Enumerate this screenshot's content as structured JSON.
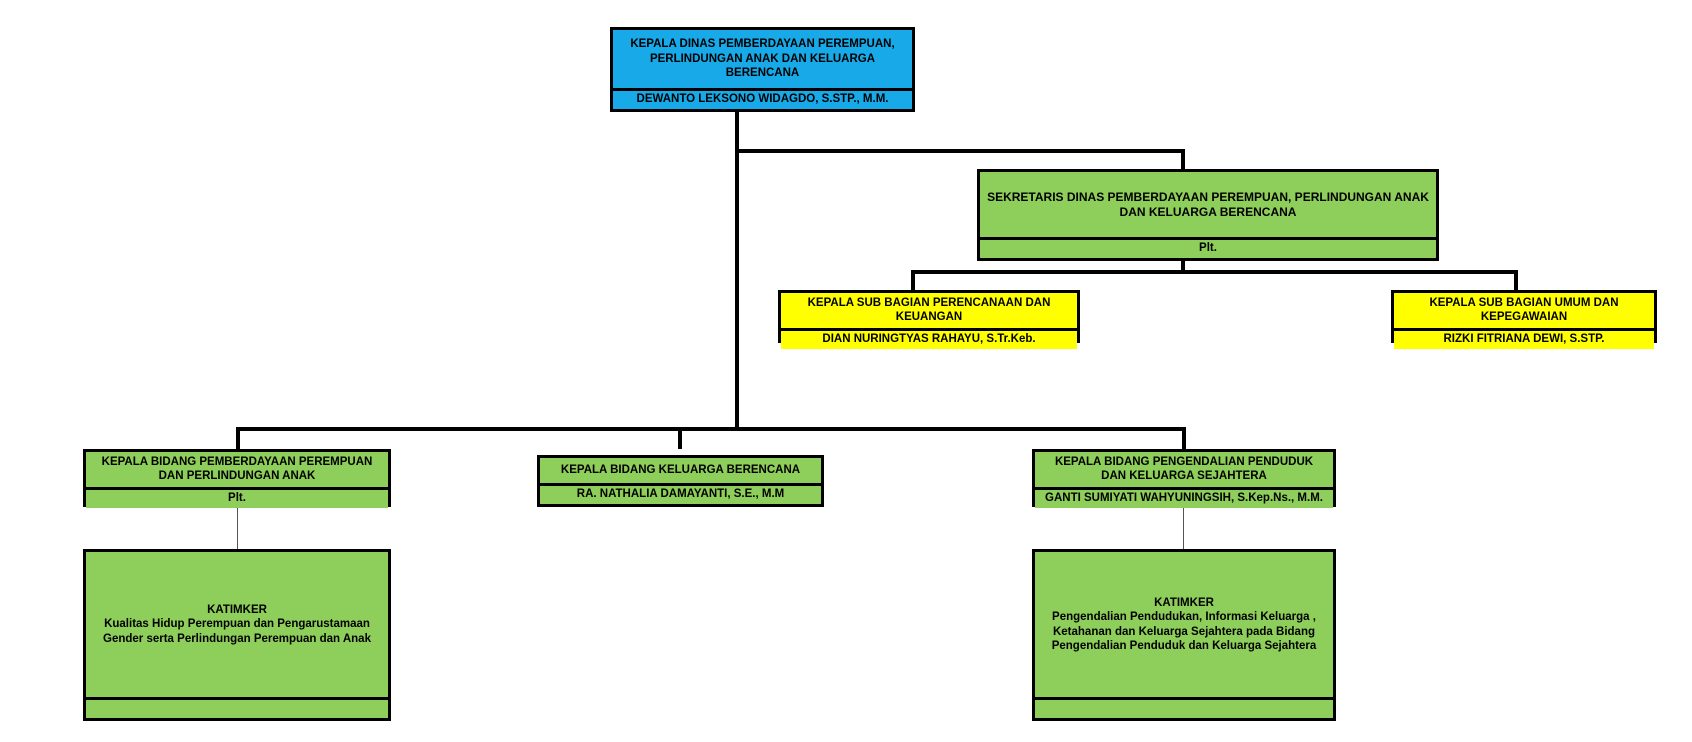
{
  "chart_type": "organization-chart",
  "colors": {
    "head_box": "#17a9e8",
    "green_box": "#8ece5a",
    "yellow_box": "#ffff00",
    "border": "#000000",
    "background": "#ffffff"
  },
  "nodes": {
    "kepala_dinas": {
      "title": "KEPALA DINAS PEMBERDAYAAN PEREMPUAN, PERLINDUNGAN ANAK DAN KELUARGA BERENCANA",
      "person": "DEWANTO LEKSONO WIDAGDO, S.STP., M.M."
    },
    "sekretaris": {
      "title": "SEKRETARIS DINAS PEMBERDAYAAN PEREMPUAN, PERLINDUNGAN ANAK DAN KELUARGA BERENCANA",
      "person": "Plt."
    },
    "subbag_perencanaan": {
      "title": "KEPALA SUB BAGIAN PERENCANAAN DAN KEUANGAN",
      "person": "DIAN NURINGTYAS RAHAYU, S.Tr.Keb."
    },
    "subbag_umum": {
      "title": "KEPALA SUB BAGIAN UMUM DAN KEPEGAWAIAN",
      "person": "RIZKI FITRIANA DEWI, S.STP."
    },
    "bidang_pppa": {
      "title": "KEPALA BIDANG PEMBERDAYAAN PEREMPUAN DAN PERLINDUNGAN ANAK",
      "person": "Plt."
    },
    "bidang_kb": {
      "title": "KEPALA BIDANG KELUARGA BERENCANA",
      "person": "RA. NATHALIA DAMAYANTI, S.E., M.M"
    },
    "bidang_dalduk": {
      "title": "KEPALA BIDANG PENGENDALIAN PENDUDUK DAN KELUARGA SEJAHTERA",
      "person": "GANTI SUMIYATI WAHYUNINGSIH, S.Kep.Ns., M.M."
    },
    "katimker_pppa": {
      "label": "KATIMKER",
      "title": "Kualitas Hidup Perempuan dan Pengarustamaan Gender serta Perlindungan Perempuan dan Anak",
      "person": ""
    },
    "katimker_dalduk": {
      "label": "KATIMKER",
      "title": "Pengendalian Pendudukan, Informasi Keluarga , Ketahanan dan Keluarga Sejahtera pada Bidang Pengendalian Penduduk dan Keluarga Sejahtera",
      "person": ""
    }
  }
}
